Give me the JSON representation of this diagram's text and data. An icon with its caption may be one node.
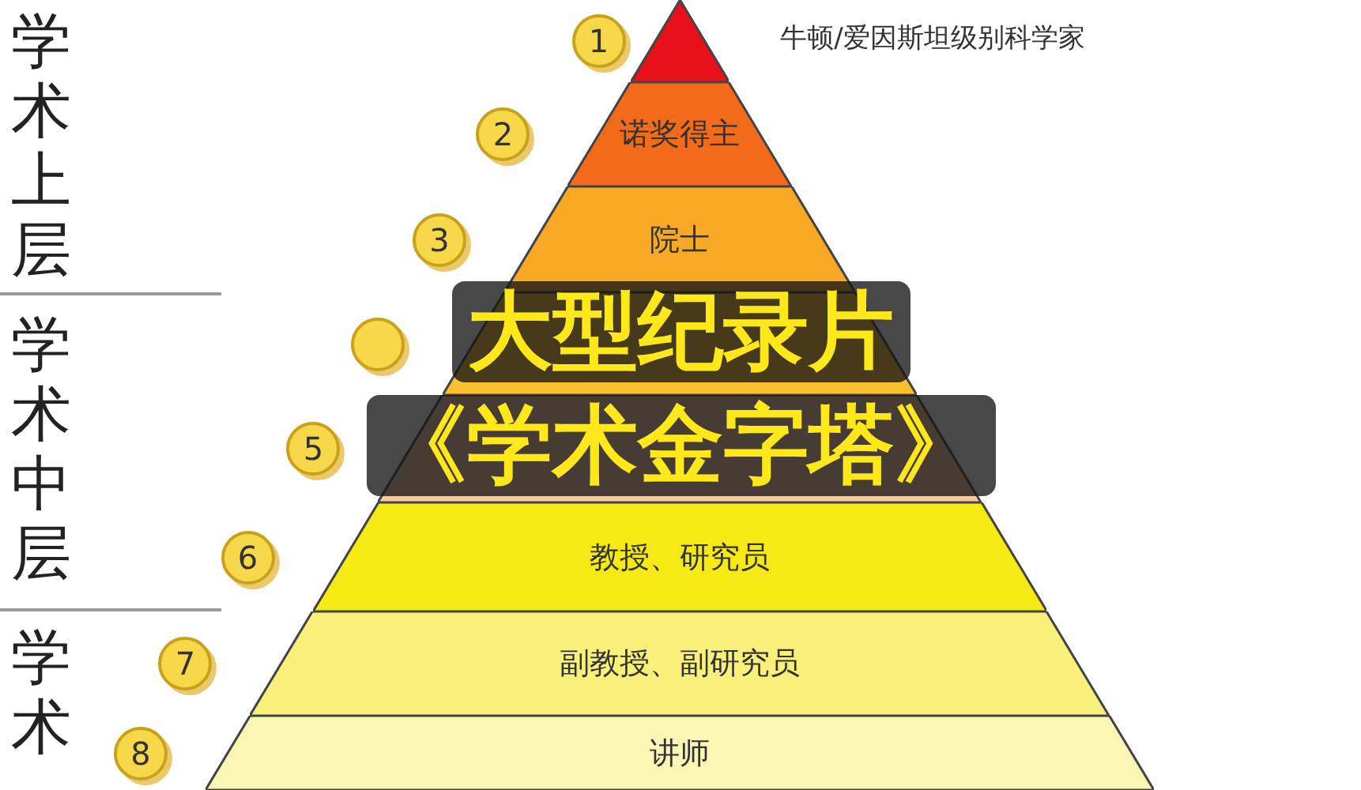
{
  "diagram": {
    "nodes": [
      {
        "text": [
          "牛顿/爱因斯坦级别科学家"
        ],
        "beside": [
          "1"
        ]
      },
      {
        "text": [
          "诺奖得主"
        ],
        "beside": [
          "2"
        ]
      },
      {
        "text": [
          "院士"
        ],
        "beside": [
          "3"
        ]
      },
      {
        "text": [],
        "shape": "band"
      },
      {
        "text": [],
        "shape": "band",
        "beside": [
          "5"
        ]
      },
      {
        "text": [
          "教授、研究员"
        ],
        "beside": [
          "6"
        ]
      },
      {
        "text": [
          "副教授、副研究员"
        ],
        "beside": [
          "7"
        ]
      },
      {
        "text": [
          "讲师"
        ],
        "beside": [
          "8"
        ]
      }
    ],
    "edges": [],
    "labels": [
      "学术上层",
      "学术中层",
      "学术",
      "大型纪录片",
      "《学术金字塔》"
    ]
  }
}
